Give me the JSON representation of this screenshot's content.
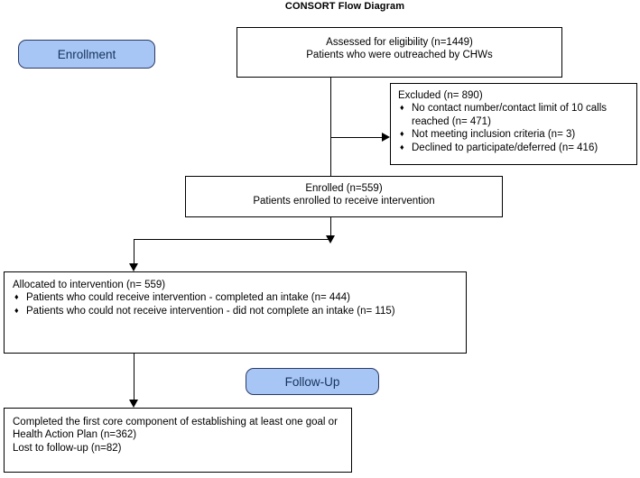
{
  "diagram": {
    "title": "CONSORT Flow Diagram",
    "stages": [
      {
        "id": "enrollment",
        "label": "Enrollment"
      },
      {
        "id": "follow-up",
        "label": "Follow-Up"
      }
    ],
    "boxes": {
      "assessed": {
        "lines": [
          "Assessed for eligibility (n=1449)",
          "Patients who were outreached by CHWs"
        ]
      },
      "excluded": {
        "heading": "Excluded (n= 890)",
        "bullet_glyph": "♦",
        "items": [
          "No contact number/contact limit of 10 calls reached (n= 471)",
          "Not meeting inclusion criteria (n= 3)",
          "Declined to participate/deferred (n= 416)"
        ]
      },
      "enrolled": {
        "lines": [
          "Enrolled (n=559)",
          "Patients enrolled to receive intervention"
        ]
      },
      "allocated": {
        "heading": "Allocated to intervention (n= 559)",
        "bullet_glyph": "♦",
        "items": [
          "Patients who could receive intervention - completed an intake (n= 444)",
          "Patients who could not receive intervention - did not complete an intake (n= 115)"
        ]
      },
      "completed": {
        "lines": [
          "Completed the first core component of establishing at least one goal or Health Action Plan (n=362)",
          "Lost to follow-up (n=82)"
        ]
      }
    },
    "colors": {
      "stage_fill": "#a8c6f5",
      "stage_border": "#2a3a66",
      "stage_text": "#16325c",
      "box_border": "#000000",
      "background": "#ffffff"
    }
  }
}
